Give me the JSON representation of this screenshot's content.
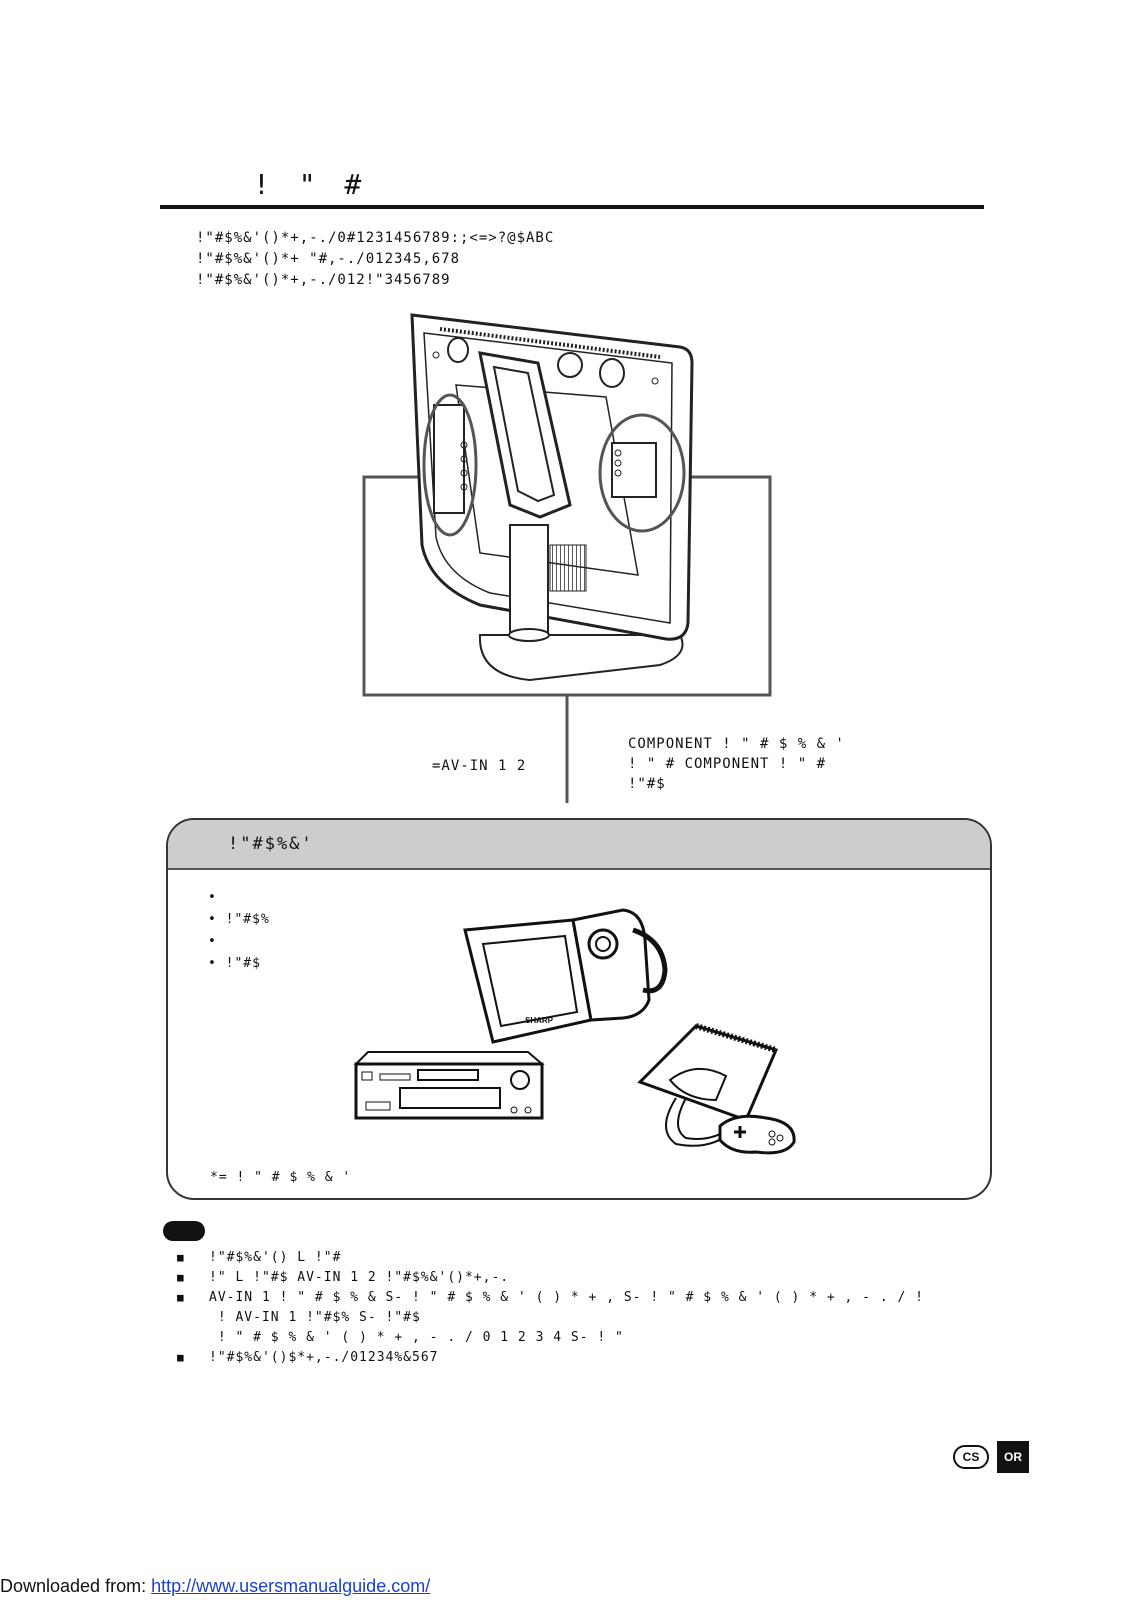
{
  "title": "! \" #",
  "intro": [
    "!\"#$%&'()*+,-./0#1231456789:;<=>?@$ABC",
    "!\"#$%&'()*+  \"#,-./012345,678",
    "!\"#$%&'()*+,-./012!\"3456789"
  ],
  "callout_left": "=AV-IN 1  2",
  "callout_right": [
    "COMPONENT    ! \" # $ % & '",
    "  ! \" # COMPONENT    ! \" #",
    "!\"#$"
  ],
  "panel": {
    "title": "!\"#$%&'",
    "bullets": [
      "•",
      "•     !\"#$%",
      "•",
      "•     !\"#$"
    ],
    "footnote": "*=        ! \" # $ % & '",
    "camcorder_brand": "SHARP"
  },
  "notes": [
    {
      "marker": "■",
      "text": "!\"#$%&'()           L    !\"#"
    },
    {
      "marker": "■",
      "text": "!\"     L    !\"#$       AV-IN 1   2     !\"#$%&'()*+,-."
    },
    {
      "marker": "■",
      "text": "AV-IN 1       ! \" # $ % & S-       ! \" # $ % & ' ( ) * + , S-        ! \" # $ % & ' ( ) * + , - . /   !"
    },
    {
      "marker": "",
      "text": "     !    AV-IN 1     !\"#$%          S-     !\"#$"
    },
    {
      "marker": "",
      "text": "        ! \" # $ % & ' ( ) * + , - . / 0   1 2 3 4 S-         ! \""
    },
    {
      "marker": "■",
      "text": "!\"#$%&'()$*+,-./01234%&567"
    }
  ],
  "badges": {
    "cs": "CS",
    "or": "OR"
  },
  "footer": {
    "label": "Downloaded from: ",
    "link": "http://www.usersmanualguide.com/"
  }
}
